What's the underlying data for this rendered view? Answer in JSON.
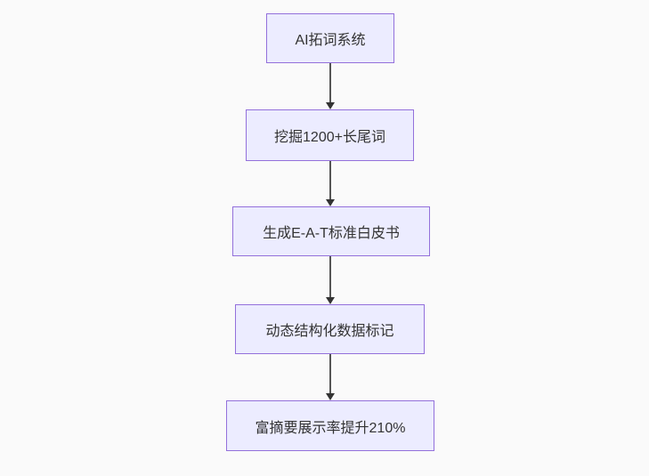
{
  "diagram": {
    "type": "flowchart",
    "direction": "top-down",
    "colors": {
      "background": "#fafafa",
      "node_fill": "#ececff",
      "node_border": "#9370db",
      "node_text": "#333333",
      "edge_line": "#555555",
      "edge_arrowhead": "#333333"
    },
    "nodes": [
      {
        "label": "AI拓词系统"
      },
      {
        "label": "挖掘1200+长尾词"
      },
      {
        "label": "生成E-A-T标准白皮书"
      },
      {
        "label": "动态结构化数据标记"
      },
      {
        "label": "富摘要展示率提升210%"
      }
    ],
    "edges": [
      {
        "from": "AI拓词系统",
        "to": "挖掘1200+长尾词"
      },
      {
        "from": "挖掘1200+长尾词",
        "to": "生成E-A-T标准白皮书"
      },
      {
        "from": "生成E-A-T标准白皮书",
        "to": "动态结构化数据标记"
      },
      {
        "from": "动态结构化数据标记",
        "to": "富摘要展示率提升210%"
      }
    ]
  }
}
